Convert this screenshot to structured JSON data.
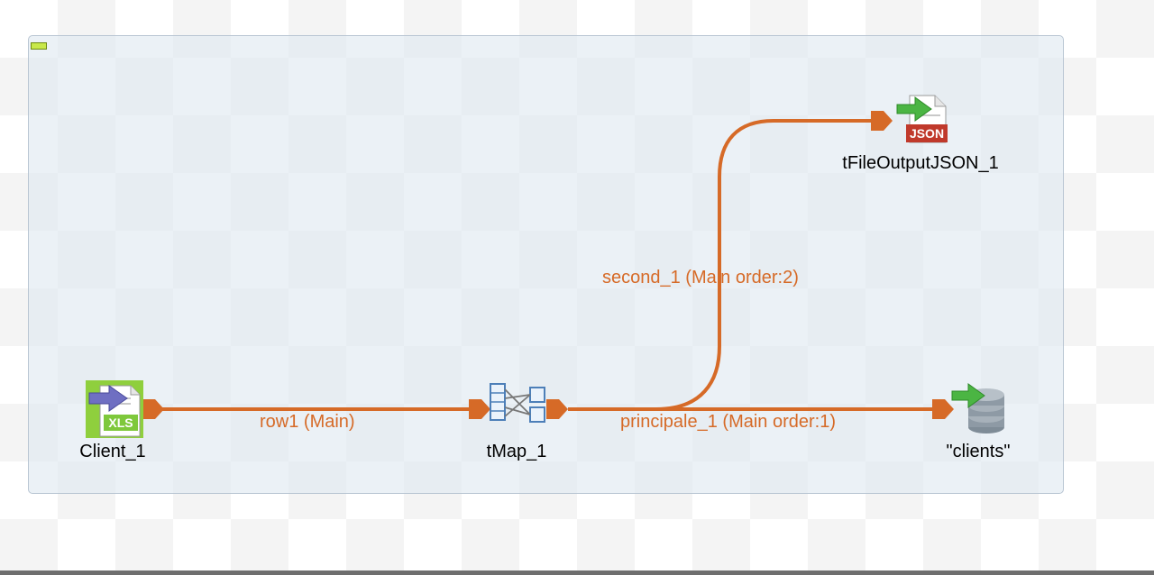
{
  "components": [
    {
      "id": "client",
      "label": "Client_1",
      "icon": "xls-input-icon",
      "badge": "XLS"
    },
    {
      "id": "tmap",
      "label": "tMap_1",
      "icon": "tmap-icon"
    },
    {
      "id": "json",
      "label": "tFileOutputJSON_1",
      "icon": "json-output-icon",
      "badge": "JSON"
    },
    {
      "id": "db",
      "label": "\"clients\"",
      "icon": "database-output-icon"
    }
  ],
  "connections": [
    {
      "id": "row1",
      "label": "row1 (Main)"
    },
    {
      "id": "principale",
      "label": "principale_1 (Main order:1)"
    },
    {
      "id": "second",
      "label": "second_1 (Main order:2)"
    }
  ],
  "colors": {
    "connection": "#d66a27",
    "subjob_bg": "#dee8f1",
    "subjob_border": "#b9c6d3",
    "arrow_green": "#4bb543",
    "arrow_purple": "#6f6fc2",
    "xls_green": "#8fcf3d"
  }
}
